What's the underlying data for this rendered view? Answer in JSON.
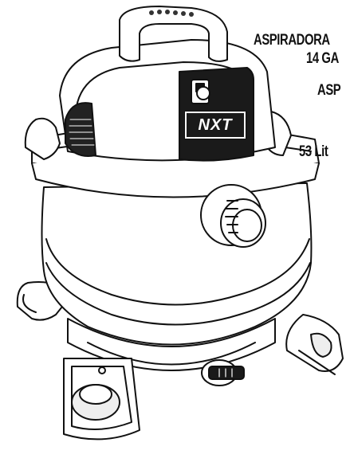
{
  "product": {
    "line1": "ASPIRADORA",
    "line2": "14 GA",
    "line3": "ASP",
    "line4": "53 Lit"
  },
  "logo": {
    "text": "NXT"
  },
  "colors": {
    "ink": "#111111",
    "paper": "#ffffff",
    "panel": "#1a1a1a"
  },
  "icons": {
    "power_switch": "power-switch-icon",
    "lock_knob": "lock-knob-icon"
  }
}
